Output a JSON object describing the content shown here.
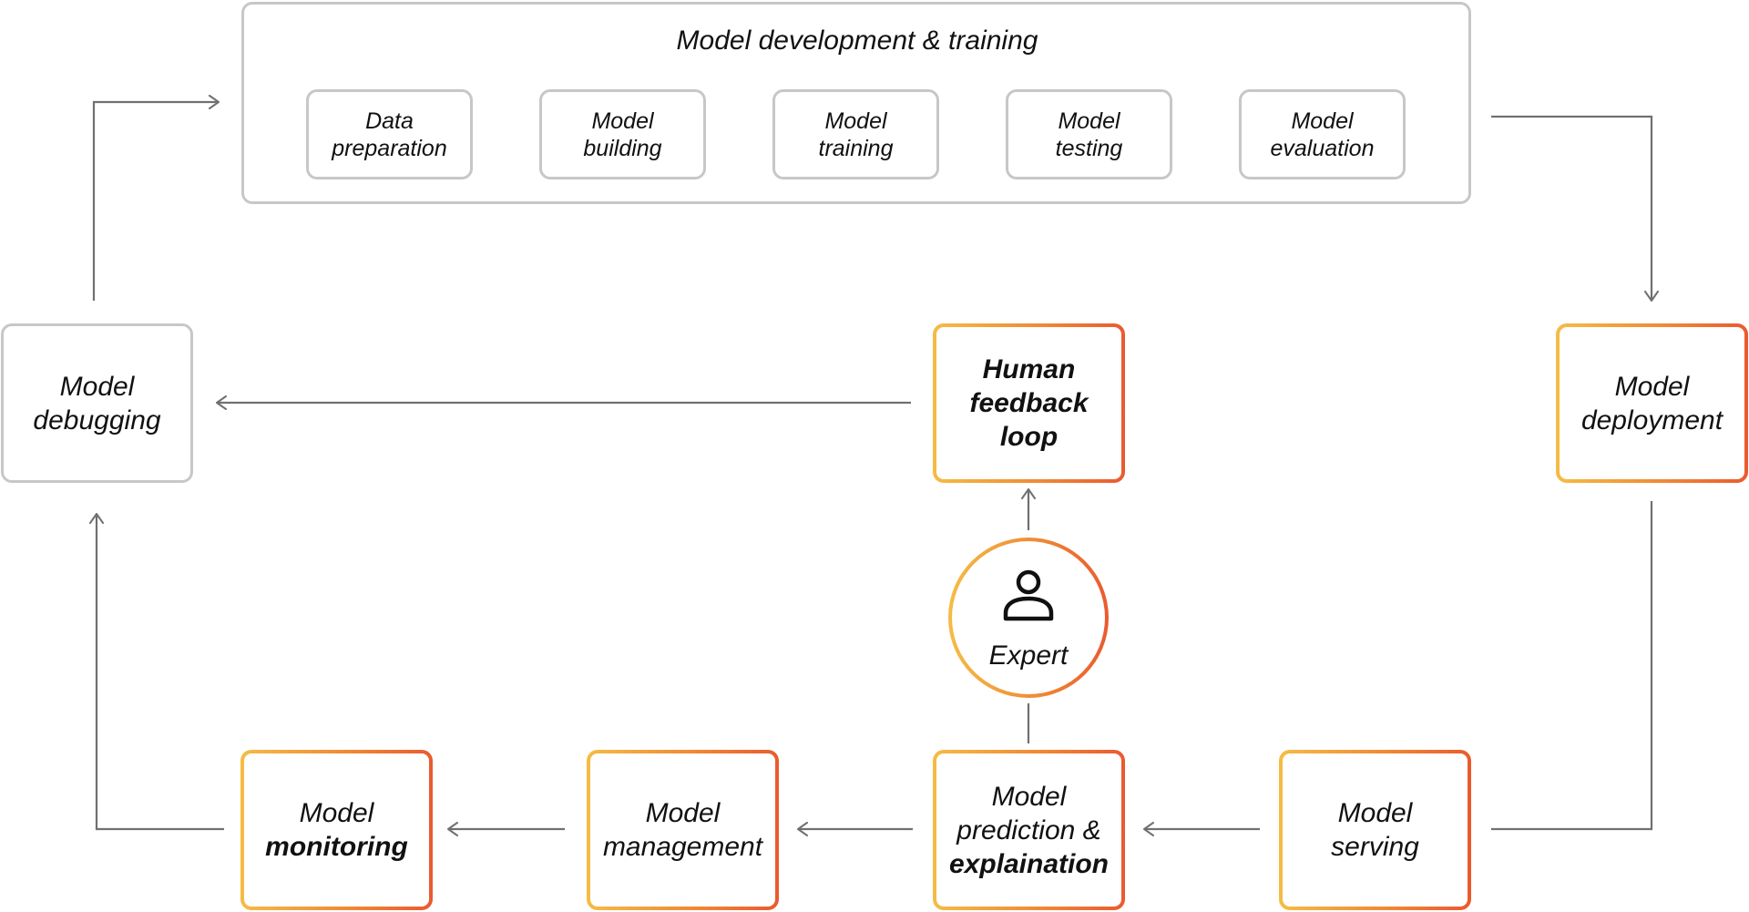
{
  "dev_group": {
    "title": "Model development & training",
    "steps": [
      {
        "line1": "Data",
        "line2": "preparation"
      },
      {
        "line1": "Model",
        "line2": "building"
      },
      {
        "line1": "Model",
        "line2": "training"
      },
      {
        "line1": "Model",
        "line2": "testing"
      },
      {
        "line1": "Model",
        "line2": "evaluation"
      }
    ]
  },
  "nodes": {
    "debugging": {
      "line1": "Model",
      "line2": "debugging"
    },
    "feedback": {
      "line1": "Human",
      "line2": "feedback",
      "line3": "loop"
    },
    "deployment": {
      "line1": "Model",
      "line2": "deployment"
    },
    "monitoring": {
      "line1": "Model",
      "line2": "monitoring"
    },
    "management": {
      "line1": "Model",
      "line2": "management"
    },
    "prediction": {
      "line1": "Model",
      "line2": "prediction &",
      "line3": "explaination"
    },
    "serving": {
      "line1": "Model",
      "line2": "serving"
    }
  },
  "expert": {
    "label": "Expert",
    "icon": "person-icon"
  },
  "colors": {
    "grey_border": "#c7c7c7",
    "gradient_start": "#f5bc45",
    "gradient_end": "#ea5a2f",
    "arrow": "#707070"
  }
}
